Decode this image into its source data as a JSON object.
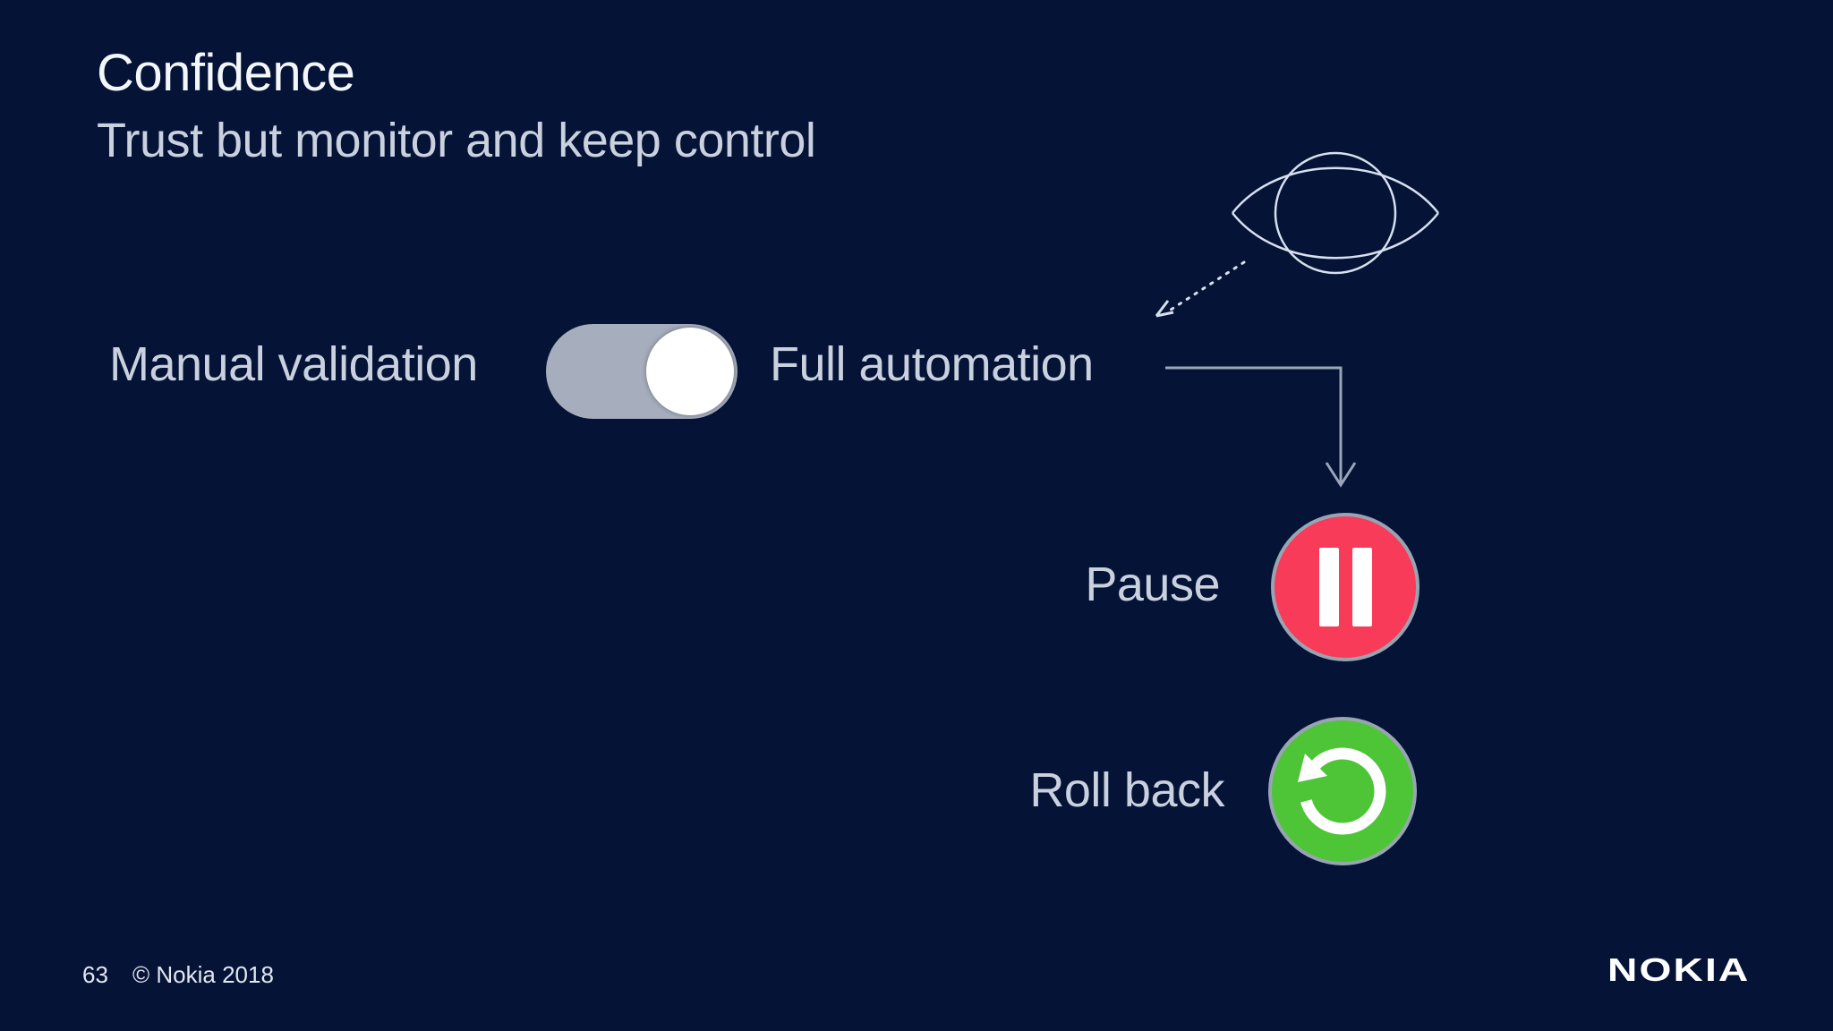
{
  "header": {
    "title": "Confidence",
    "subtitle": "Trust but monitor and keep control"
  },
  "automation": {
    "left_label": "Manual validation",
    "right_label": "Full automation",
    "toggle_state": "on"
  },
  "actions": [
    {
      "label": "Pause",
      "icon": "pause-icon",
      "color": "#f83b59"
    },
    {
      "label": "Roll back",
      "icon": "rollback-icon",
      "color": "#4ec437"
    }
  ],
  "footer": {
    "page_number": "63",
    "copyright": "© Nokia 2018",
    "brand": "NOKIA"
  },
  "icons": {
    "eye": "eye-outline",
    "dotted_arrow": "dotted-arrow-down-left",
    "elbow_arrow": "elbow-arrow-down",
    "pause": "⏸",
    "rollback": "↺"
  },
  "colors": {
    "background": "#041336",
    "accent_red": "#f83b59",
    "accent_green": "#4ec437",
    "toggle_track": "#a6adbc",
    "toggle_knob": "#ffffff",
    "line": "#9aa5b6",
    "eye_line": "#d7e0ee",
    "text_primary": "#f3f6fa",
    "text_secondary": "#c9d1df",
    "circle_border": "#99a4b3"
  }
}
